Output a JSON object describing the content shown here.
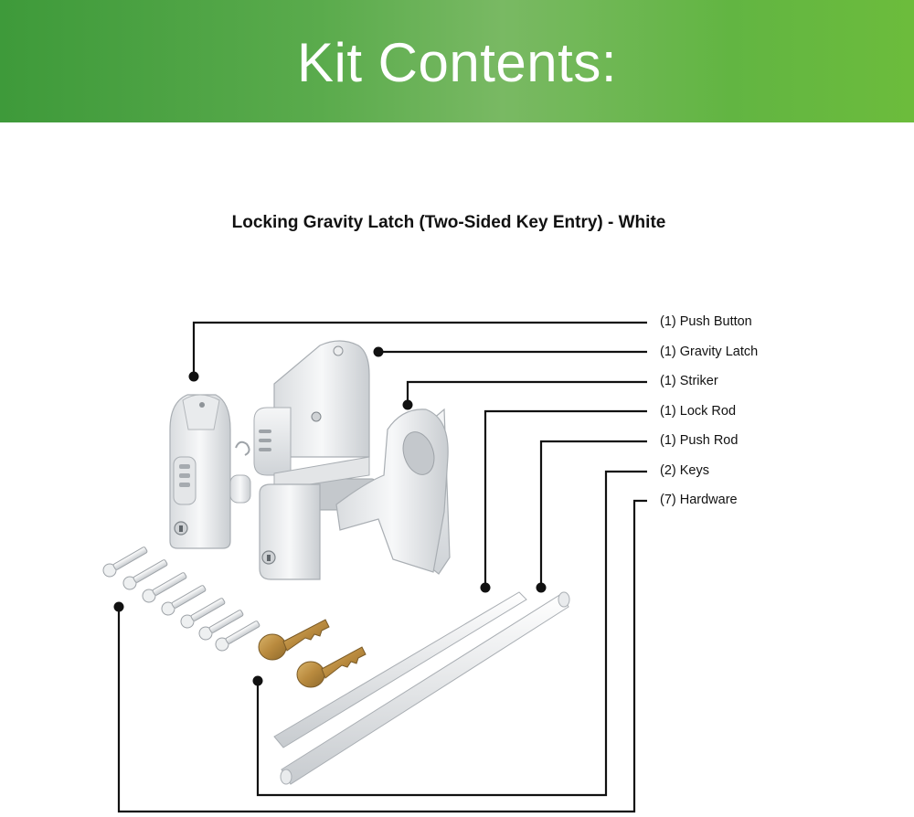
{
  "banner": {
    "title": "Kit Contents:",
    "colors": {
      "start": "#3e9a3a",
      "end": "#6cbc3c"
    }
  },
  "product": {
    "title": "Locking Gravity Latch (Two-Sided Key Entry) - White"
  },
  "parts": [
    {
      "label": "(1) Push Button",
      "icon": "push-button-icon"
    },
    {
      "label": "(1) Gravity Latch",
      "icon": "gravity-latch-icon"
    },
    {
      "label": "(1) Striker",
      "icon": "striker-icon"
    },
    {
      "label": "(1) Lock Rod",
      "icon": "lock-rod-icon"
    },
    {
      "label": "(1) Push Rod",
      "icon": "push-rod-icon"
    },
    {
      "label": "(2) Keys",
      "icon": "keys-icon"
    },
    {
      "label": "(7) Hardware",
      "icon": "screws-icon"
    }
  ]
}
